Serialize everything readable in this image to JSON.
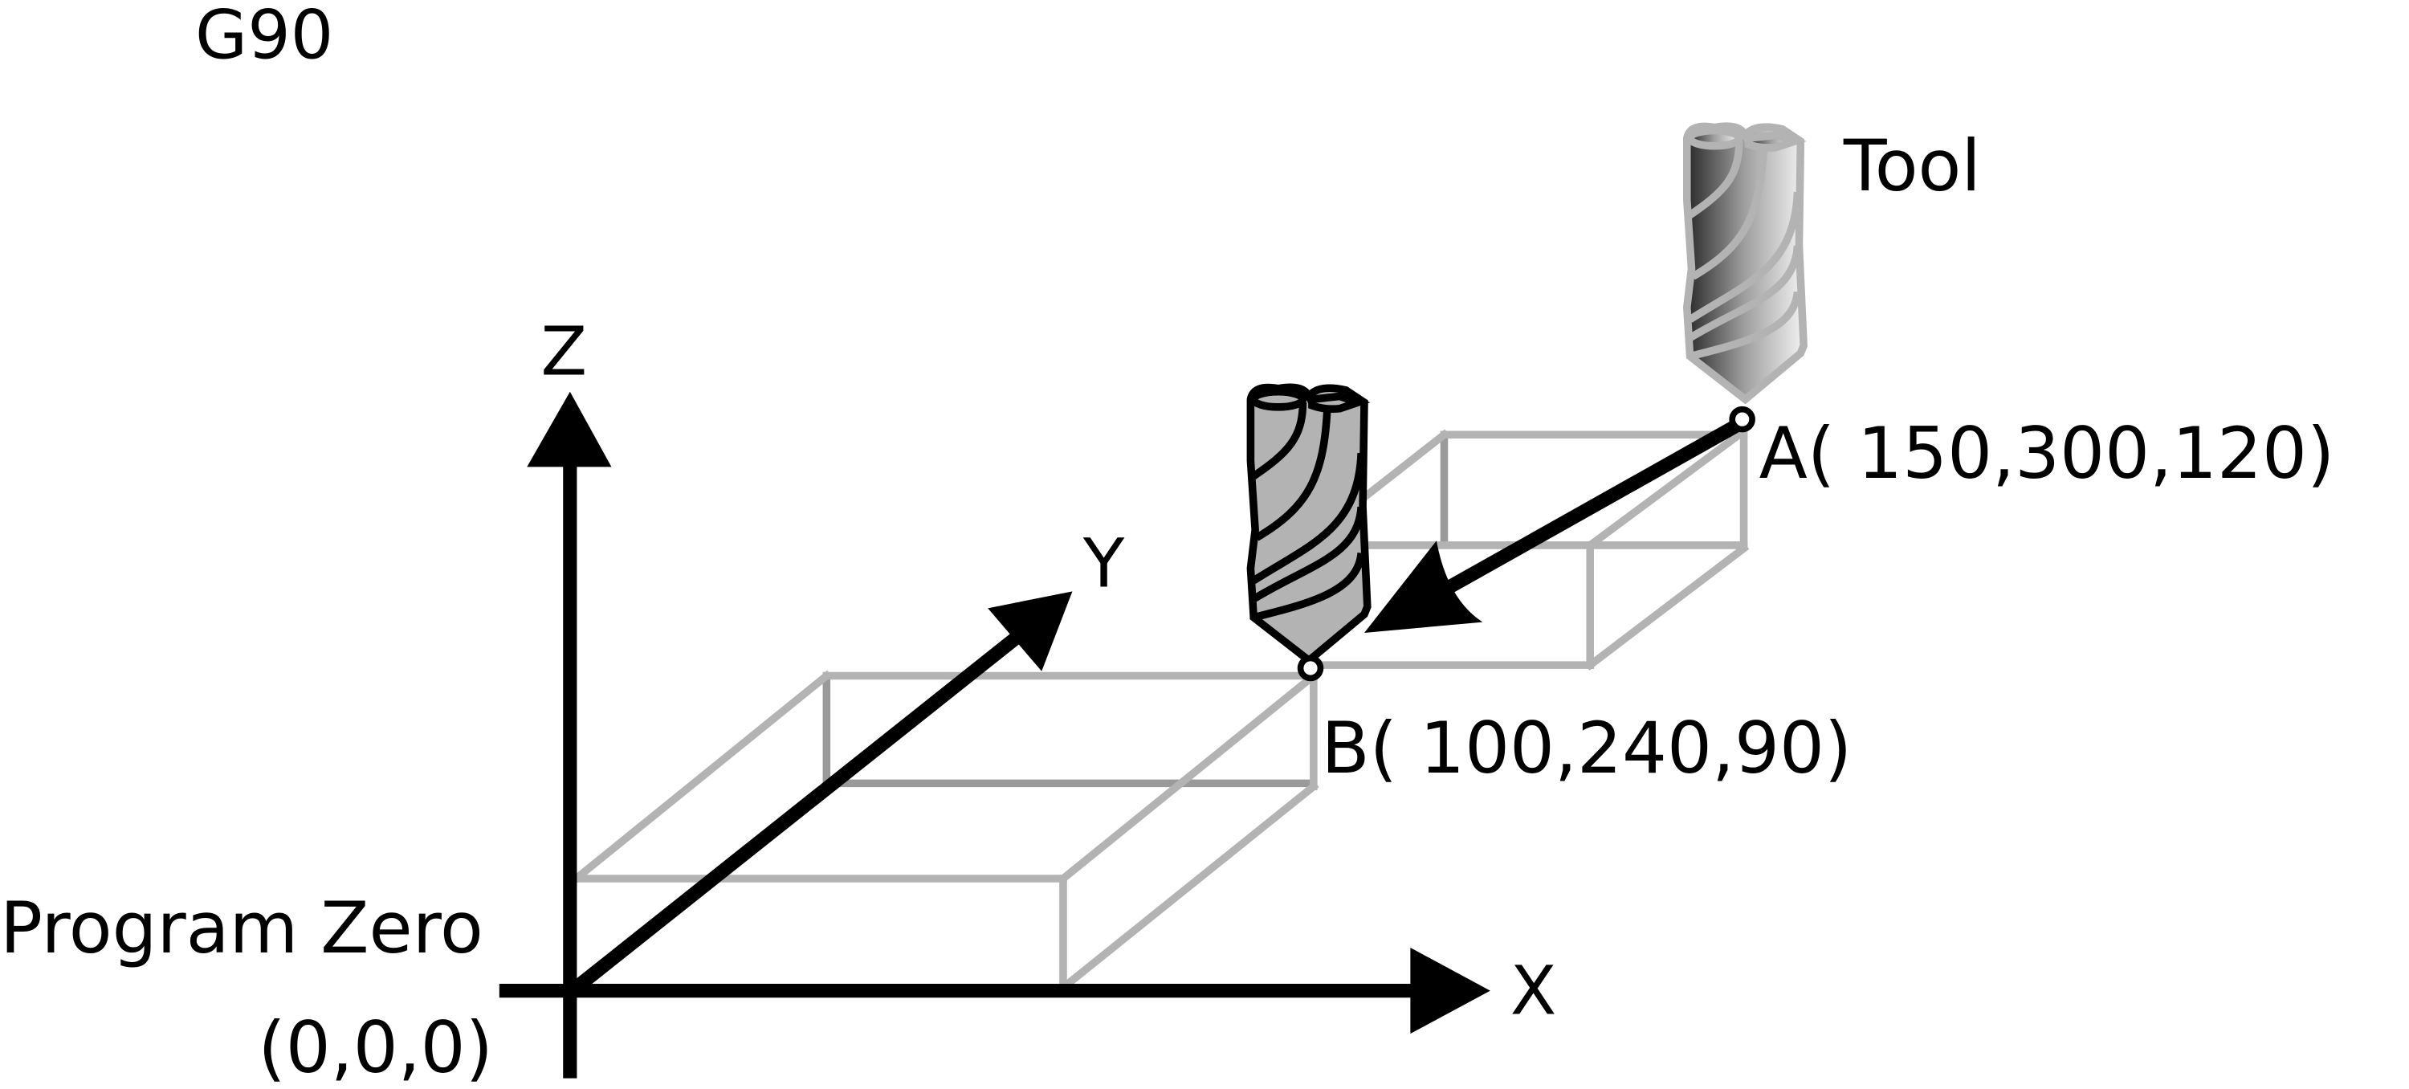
{
  "mode_label": "G90",
  "tool_label": "Tool",
  "axes": {
    "x": "X",
    "y": "Y",
    "z": "Z"
  },
  "origin": {
    "label": "Program Zero",
    "coords": "(0,0,0)"
  },
  "points": {
    "a": {
      "label": "A( 150,300,120)"
    },
    "b": {
      "label": "B( 100,240,90)"
    }
  },
  "colors": {
    "axis": "#000000",
    "workpiece": "#b3b3b3",
    "tool_gray": "#b3b3b3"
  }
}
